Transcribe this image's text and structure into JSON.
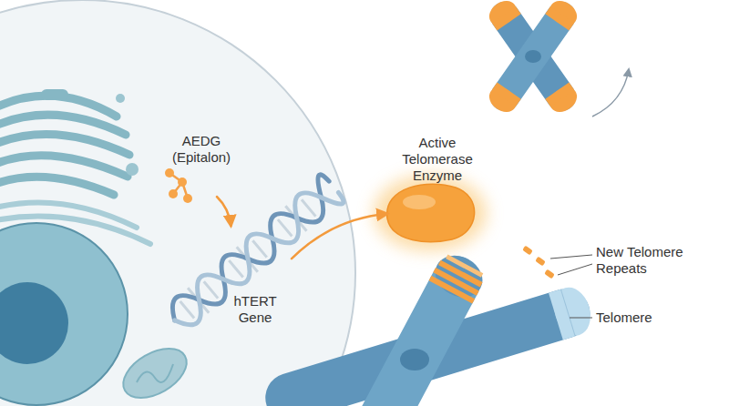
{
  "diagram": {
    "nodes": [
      {
        "text": [
          "AEDG (Epitalon)"
        ]
      },
      {
        "text": [
          "hTERT Gene"
        ]
      },
      {
        "text": [
          "Active Telomerase Enzyme"
        ]
      }
    ],
    "edges": [
      {
        "from": 0,
        "to": 1,
        "arrow": "to"
      },
      {
        "from": 1,
        "to": 2,
        "arrow": "to"
      }
    ],
    "labels": [
      "New Telomere Repeats",
      "Telomere"
    ]
  }
}
